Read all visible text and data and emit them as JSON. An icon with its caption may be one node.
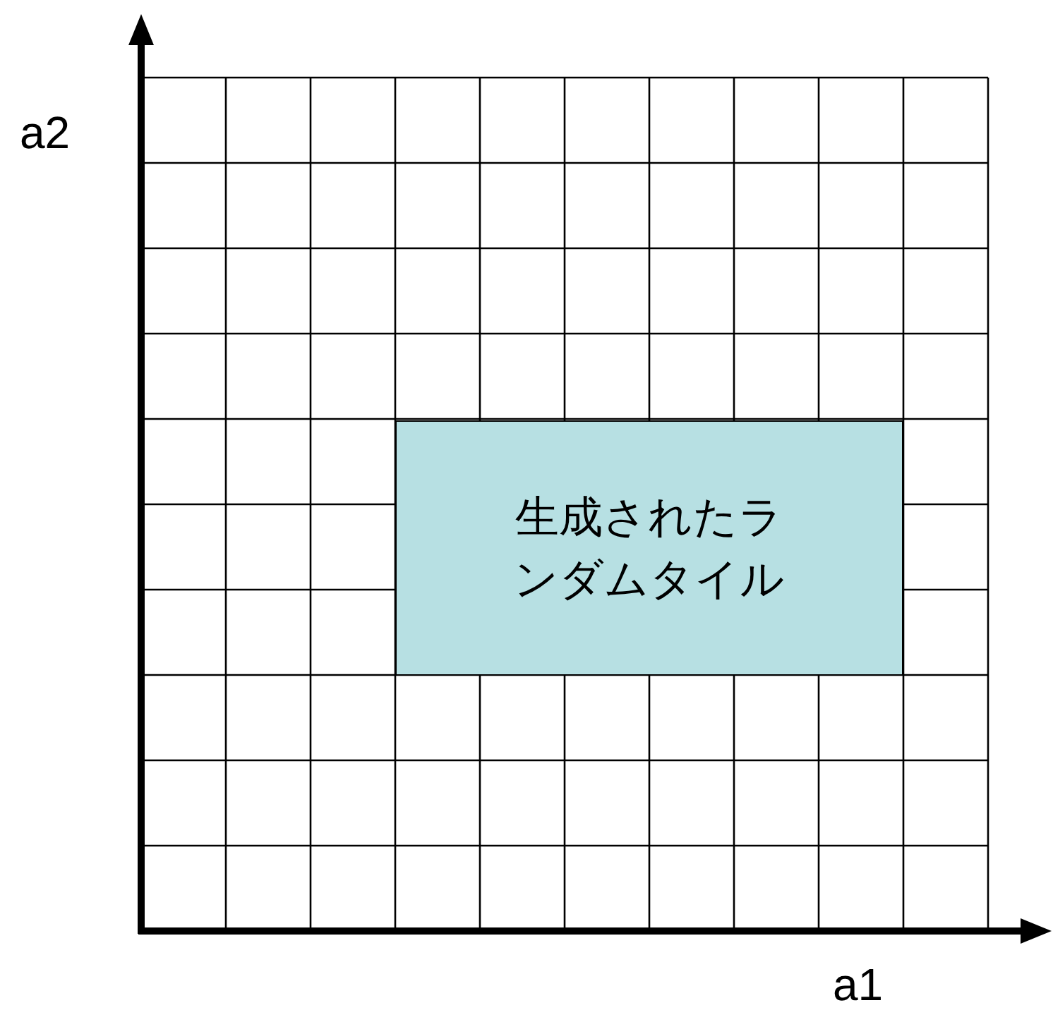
{
  "diagram": {
    "nodes": [
      {
        "text": [
          "生成されたランダムタイル"
        ]
      }
    ],
    "labels": [
      "a2",
      "a1"
    ]
  }
}
